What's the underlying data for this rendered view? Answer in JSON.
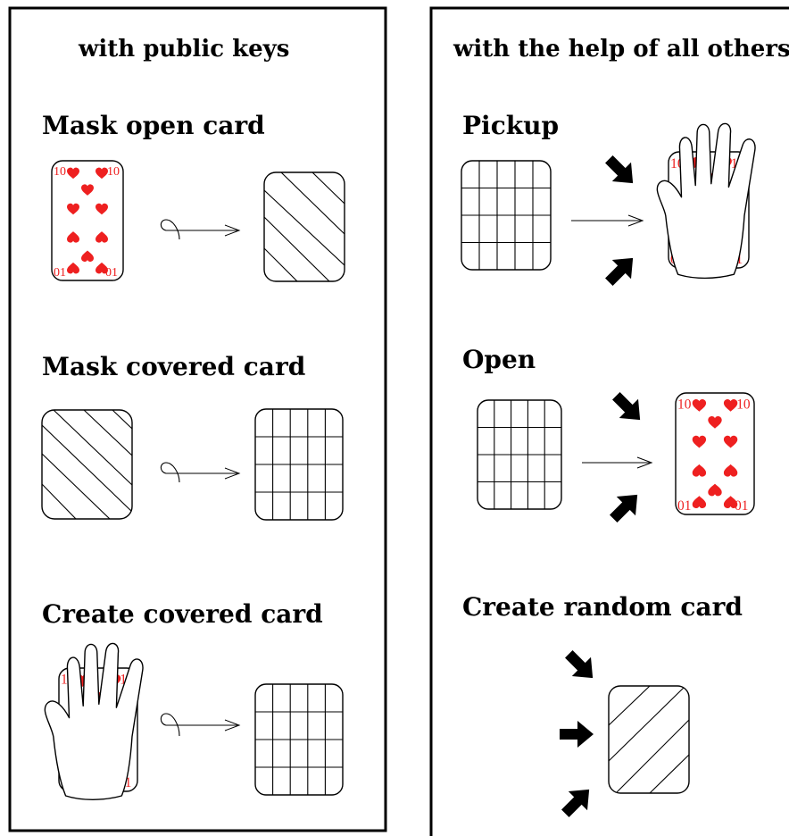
{
  "left_panel": {
    "title": "with public keys",
    "sections": [
      {
        "heading": "Mask open card"
      },
      {
        "heading": "Mask covered card"
      },
      {
        "heading": "Create covered card"
      }
    ]
  },
  "right_panel": {
    "title": "with the help of all others",
    "sections": [
      {
        "heading": "Pickup"
      },
      {
        "heading": "Open"
      },
      {
        "heading": "Create random card"
      }
    ]
  },
  "card": {
    "rank": "10",
    "rank_inverted": "01",
    "suit": "heart-icon",
    "color": "#ee2020"
  }
}
